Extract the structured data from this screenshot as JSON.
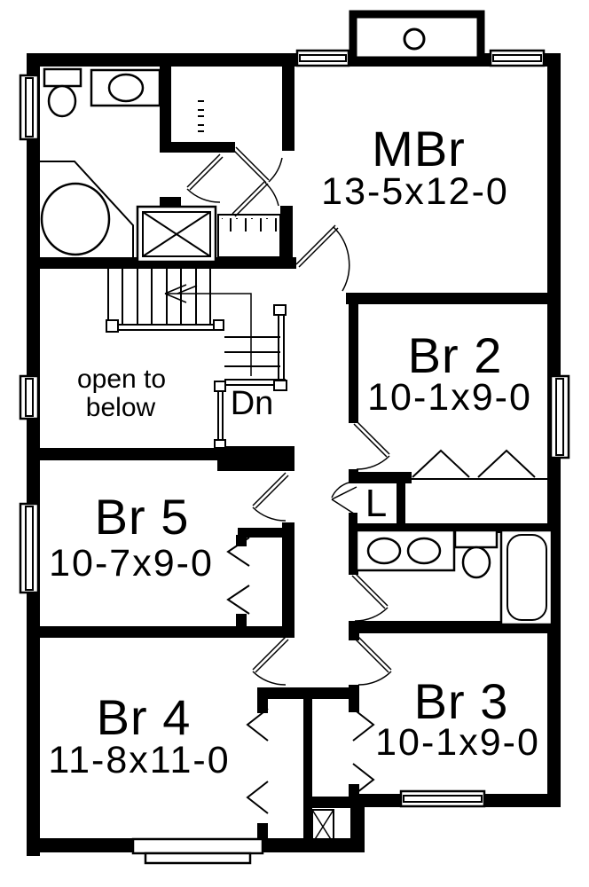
{
  "plan": {
    "type": "second-floor-plan",
    "colors": {
      "line": "#000000",
      "background": "#ffffff"
    },
    "rooms": [
      {
        "id": "mbr",
        "name": "MBr",
        "dims": "13-5x12-0"
      },
      {
        "id": "br2",
        "name": "Br 2",
        "dims": "10-1x9-0"
      },
      {
        "id": "br5",
        "name": "Br 5",
        "dims": "10-7x9-0"
      },
      {
        "id": "br4",
        "name": "Br 4",
        "dims": "11-8x11-0"
      },
      {
        "id": "br3",
        "name": "Br 3",
        "dims": "10-1x9-0"
      }
    ],
    "labels": {
      "open_line1": "open to",
      "open_line2": "below",
      "stairs_down": "Dn",
      "linen": "L"
    }
  }
}
